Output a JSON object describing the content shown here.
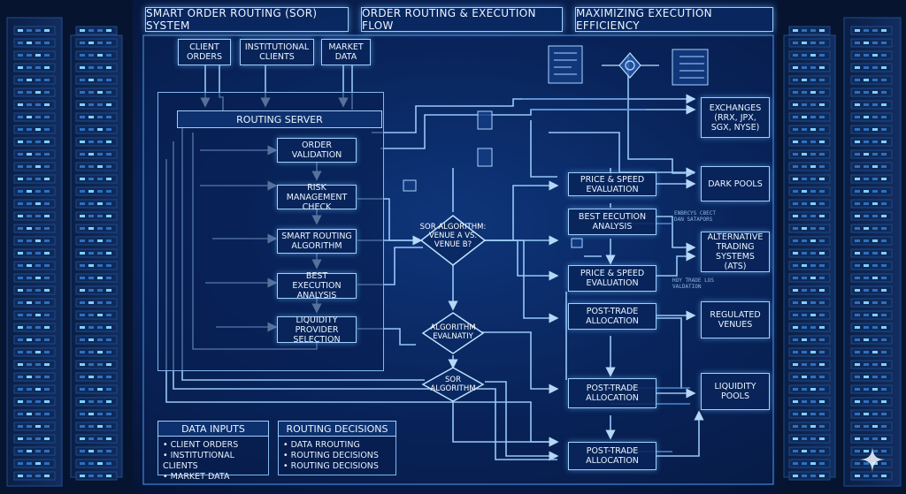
{
  "headers": [
    "Smart Order Routing (SOR) System",
    "Order Routing & Execution Flow",
    "Maximizing Execution Efficiency"
  ],
  "inputs": [
    "Client Orders",
    "Institutional Clients",
    "Market Data"
  ],
  "server": {
    "title": "Routing Server",
    "steps": [
      "Order Validation",
      "Risk Management Check",
      "Smart Routing Algorithm",
      "Best Execution Analysis",
      "Liquidity Provider Selection"
    ]
  },
  "decisions": [
    "SOR Algorithm: Venue A vs. Venue B?",
    "Algorithm Evalnatiy",
    "SOR Algorithm"
  ],
  "evaluation": [
    "Price & Speed Evaluation",
    "Best Eecution Analysis",
    "Price & Speed Evaluation",
    "Post-Trade Allocation",
    "Post-Trade Allocation",
    "Post-Trade Allocation"
  ],
  "venues": [
    "Exchanges (RRX, JPX, SGX, NYSE)",
    "Dark Pools",
    "Alternative Trading Systems (ATS)",
    "Regulated Venues",
    "Liquidity Pools"
  ],
  "small_text": [
    "Enbrcys Cbect Dan Satapors",
    "Hoy Trade Los Valdation"
  ],
  "data_inputs": {
    "title": "Data Inputs",
    "items": [
      "Client Orders",
      "Institutional Clients",
      "Market Data"
    ]
  },
  "routing_decisions": {
    "title": "Routing Decisions",
    "items": [
      "Data Rrouting",
      "Routing Decisions",
      "Routing Decisions"
    ]
  },
  "colors": {
    "line": "#9fd0ff",
    "box_border": "#9fd0ff",
    "box_fill": "#08245a",
    "background": "#0a2358"
  }
}
